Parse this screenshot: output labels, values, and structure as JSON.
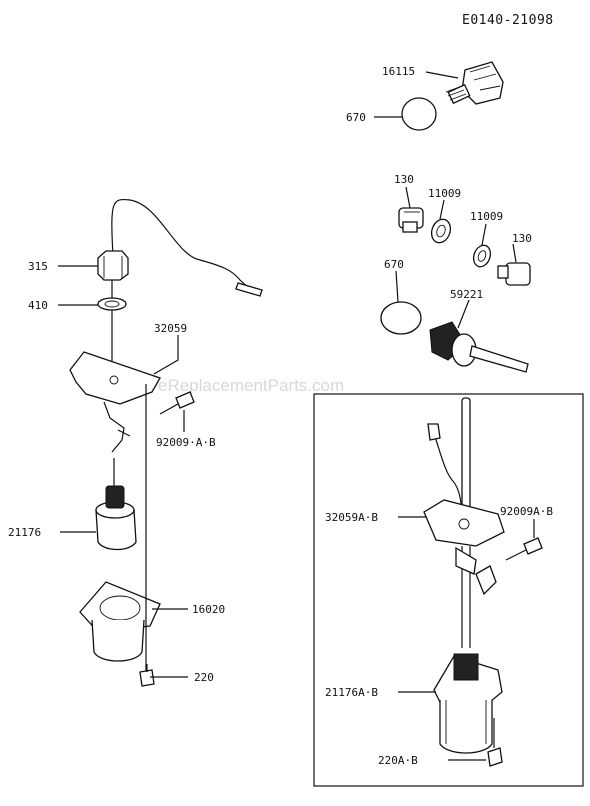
{
  "diagram": {
    "code": "E0140-21098",
    "watermark": "eReplacementParts.com",
    "labels": {
      "p16115": "16115",
      "p670a": "670",
      "p130a": "130",
      "p11009a": "11009",
      "p11009b": "11009",
      "p130b": "130",
      "p670b": "670",
      "p59221": "59221",
      "p315": "315",
      "p410": "410",
      "p32059": "32059",
      "p92009": "92009·A·B",
      "p21176": "21176",
      "p16020": "16020",
      "p220": "220",
      "p32059ab": "32059A·B",
      "p92009ab": "92009A·B",
      "p21176ab": "21176A·B",
      "p220ab": "220A·B"
    }
  }
}
